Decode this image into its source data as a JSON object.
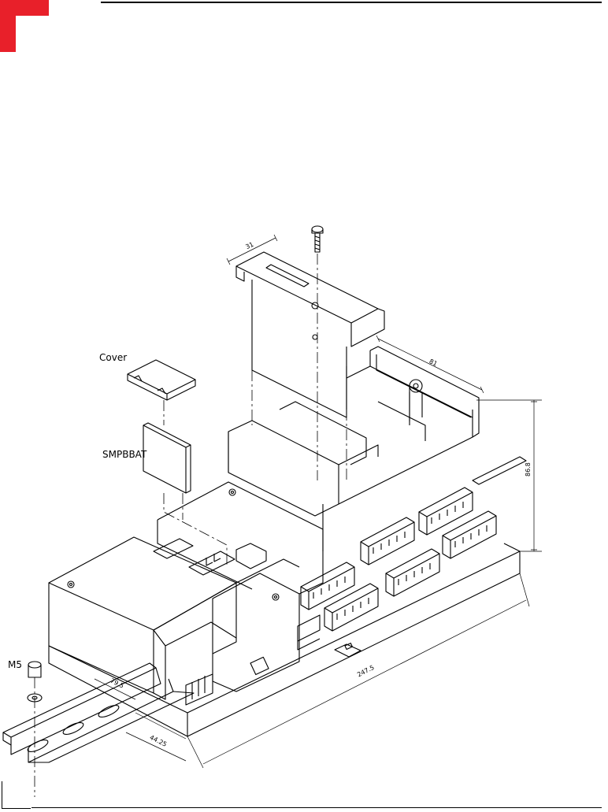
{
  "labels": {
    "cover": "Cover",
    "battery": "SMPBBAT",
    "screw": "M5"
  },
  "dimensions": {
    "cover_width": "31",
    "module_depth": "81",
    "height": "86.8",
    "rail_offset": "79.5",
    "rail_edge": "44.25",
    "overall_length": "247.5"
  },
  "colors": {
    "brand_red": "#e8202a",
    "line": "#000000"
  }
}
